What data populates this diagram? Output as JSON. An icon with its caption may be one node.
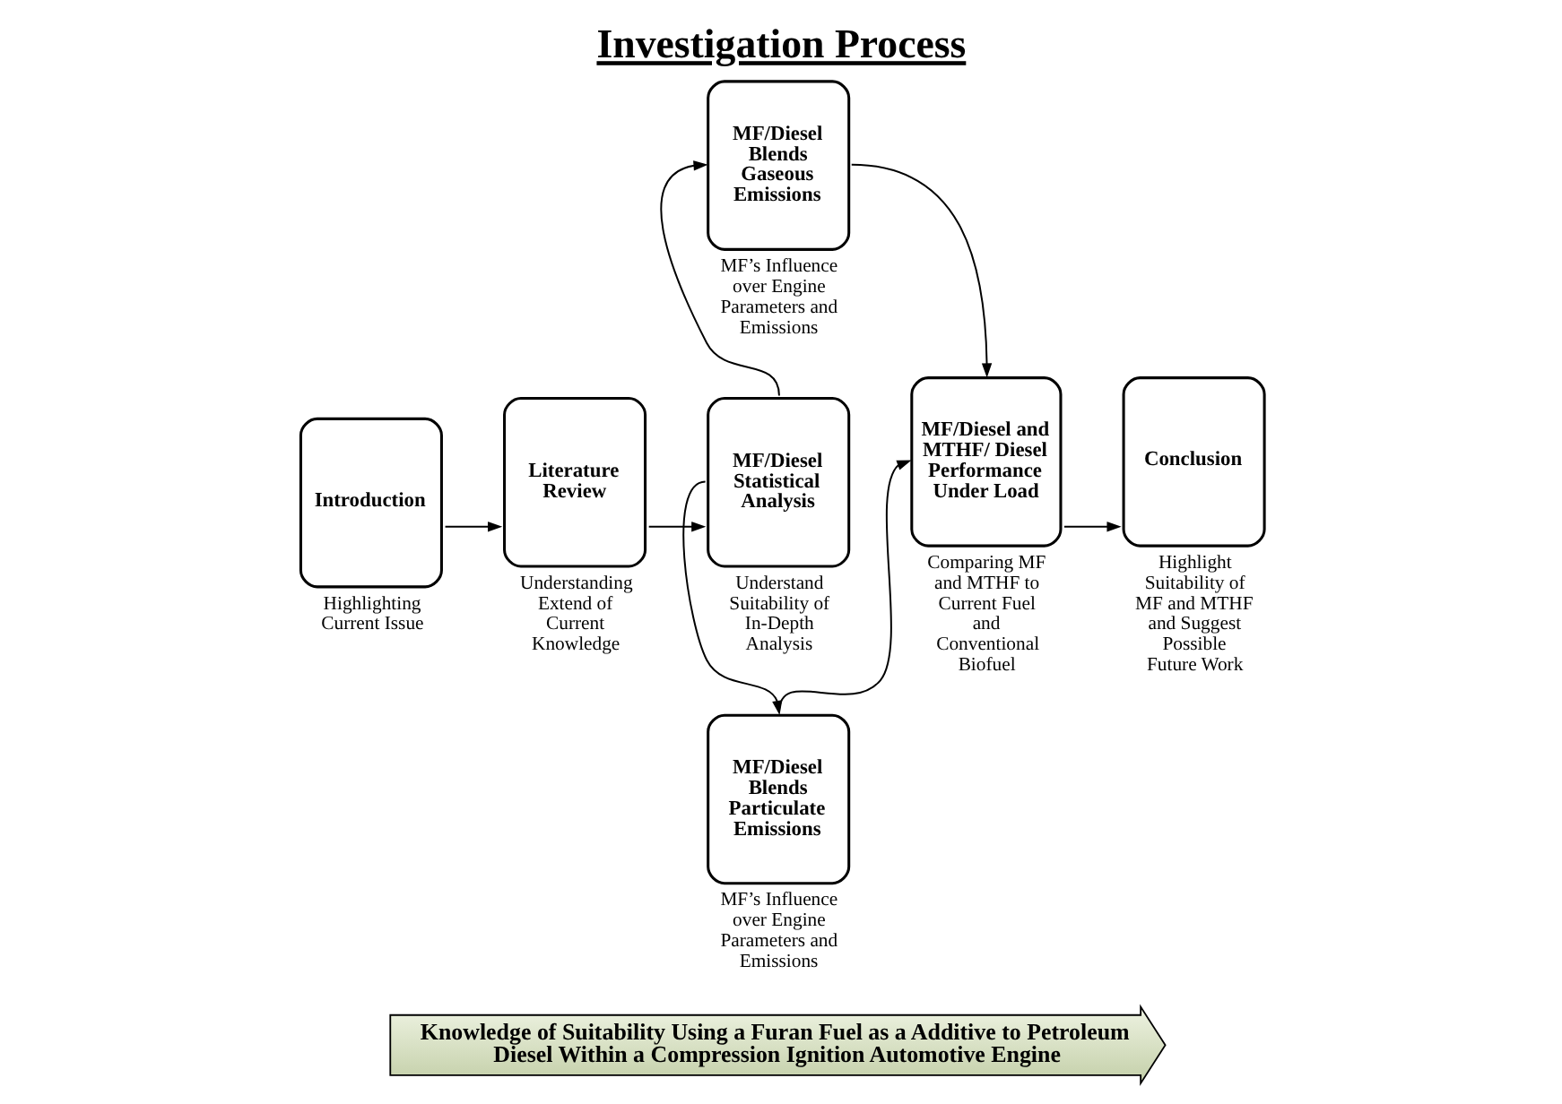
{
  "diagram": {
    "title": "Investigation Process",
    "nodes": [
      {
        "text": [
          "Introduction"
        ],
        "beside": [
          "Highlighting Current Issue"
        ]
      },
      {
        "text": [
          "Literature Review"
        ],
        "beside": [
          "Understanding Extend of Current Knowledge"
        ]
      },
      {
        "text": [
          "MF/Diesel Statistical Analysis"
        ],
        "beside": [
          "Understand Suitability of In-Depth Analysis"
        ]
      },
      {
        "text": [
          "MF/Diesel Blends Gaseous Emissions"
        ],
        "beside": [
          "MF’s Influence over Engine Parameters and Emissions"
        ]
      },
      {
        "text": [
          "MF/Diesel Blends Particulate Emissions"
        ],
        "beside": [
          "MF’s Influence over Engine Parameters and Emissions"
        ]
      },
      {
        "text": [
          "MF/Diesel and MTHF/ Diesel Performance Under Load"
        ],
        "beside": [
          "Comparing MF and MTHF to Current Fuel and Conventional Biofuel"
        ]
      },
      {
        "text": [
          "Conclusion"
        ],
        "beside": [
          "Highlight Suitability of MF and MTHF and Suggest Possible Future Work"
        ]
      },
      {
        "text": [
          "Knowledge of Suitability Using a Furan Fuel as a Additive to Petroleum Diesel Within a Compression Ignition Automotive Engine"
        ]
      }
    ],
    "edges": [
      {
        "from": 0,
        "to": 1,
        "arrow": "to"
      },
      {
        "from": 1,
        "to": 2,
        "arrow": "to"
      },
      {
        "from": 2,
        "to": 3,
        "arrow": "to"
      },
      {
        "from": 2,
        "to": 4,
        "arrow": "to"
      },
      {
        "from": 3,
        "to": 5,
        "arrow": "to"
      },
      {
        "from": 4,
        "to": 5,
        "arrow": "to"
      },
      {
        "from": 5,
        "to": 6,
        "arrow": "to"
      }
    ]
  }
}
